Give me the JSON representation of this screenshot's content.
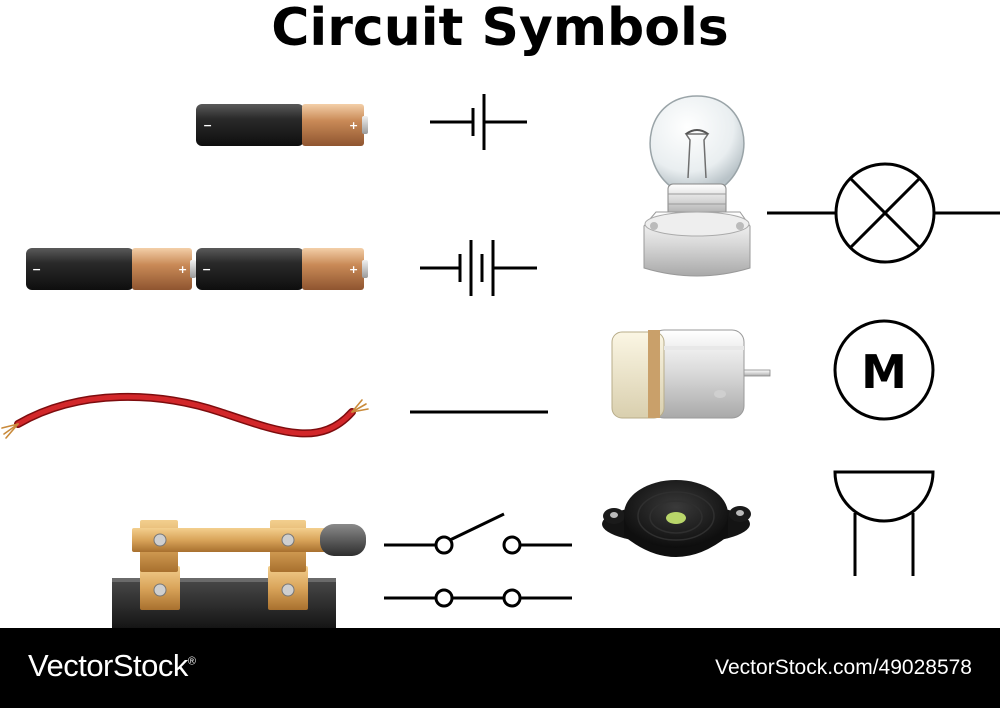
{
  "title": "Circuit Symbols",
  "battery_terminal_negative": "−",
  "battery_terminal_positive": "+",
  "motor_symbol_letter": "M",
  "footer": {
    "brand": "VectorStock",
    "trademark": "®",
    "image_id": "VectorStock.com/49028578"
  },
  "colors": {
    "battery_black": "#1a1a1a",
    "battery_copper": "#c98a57",
    "wire_red": "#c0191b",
    "switch_brass": "#d9a45a",
    "switch_base": "#2a2a2a",
    "bulb_base": "#e4e4e4",
    "buzzer_black": "#1c1c1c",
    "buzzer_center": "#b9d66a",
    "footer_bg": "#000000"
  },
  "icons": [
    "single-battery-icon",
    "cell-symbol-icon",
    "double-battery-icon",
    "battery-symbol-icon",
    "wire-icon",
    "wire-symbol-icon",
    "knife-switch-icon",
    "switch-open-symbol-icon",
    "switch-closed-symbol-icon",
    "light-bulb-icon",
    "lamp-symbol-icon",
    "motor-icon",
    "motor-symbol-icon",
    "buzzer-icon",
    "buzzer-symbol-icon"
  ]
}
